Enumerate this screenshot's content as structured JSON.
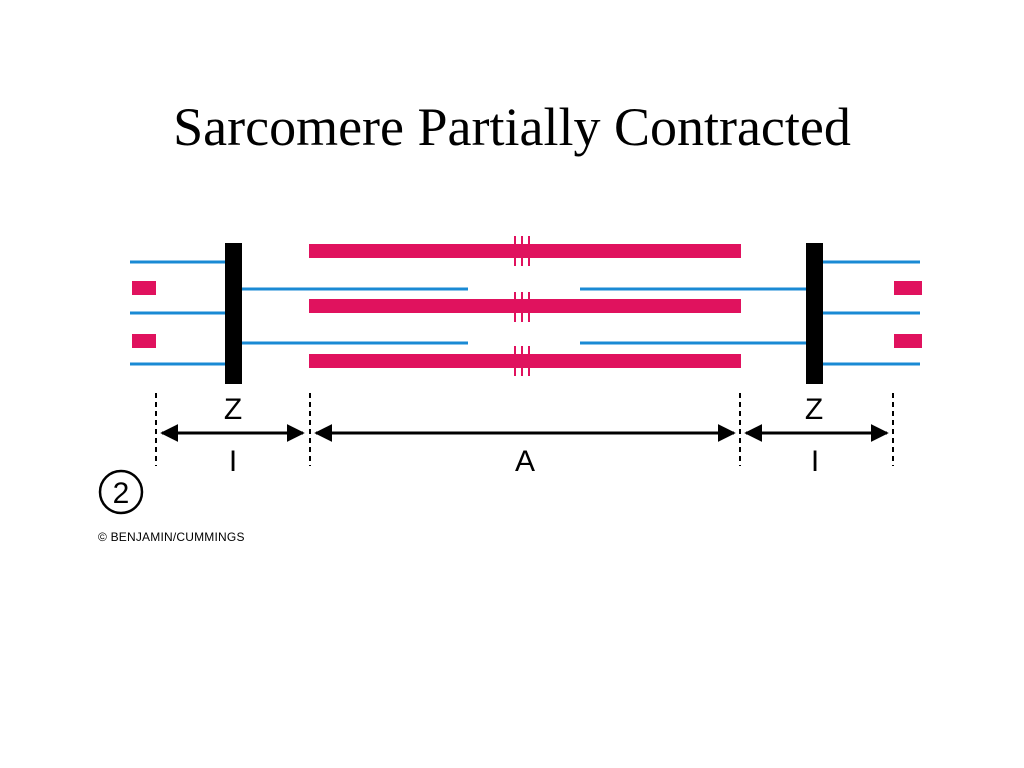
{
  "title": "Sarcomere Partially Contracted",
  "labels": {
    "z_left": "Z",
    "z_right": "Z",
    "i_left": "I",
    "a_band": "A",
    "i_right": "I"
  },
  "step_number": "2",
  "copyright": "© BENJAMIN/CUMMINGS",
  "colors": {
    "thick_filament": "#e0125e",
    "thin_filament": "#1a8ad4",
    "z_disc": "#000000",
    "background": "#ffffff"
  }
}
